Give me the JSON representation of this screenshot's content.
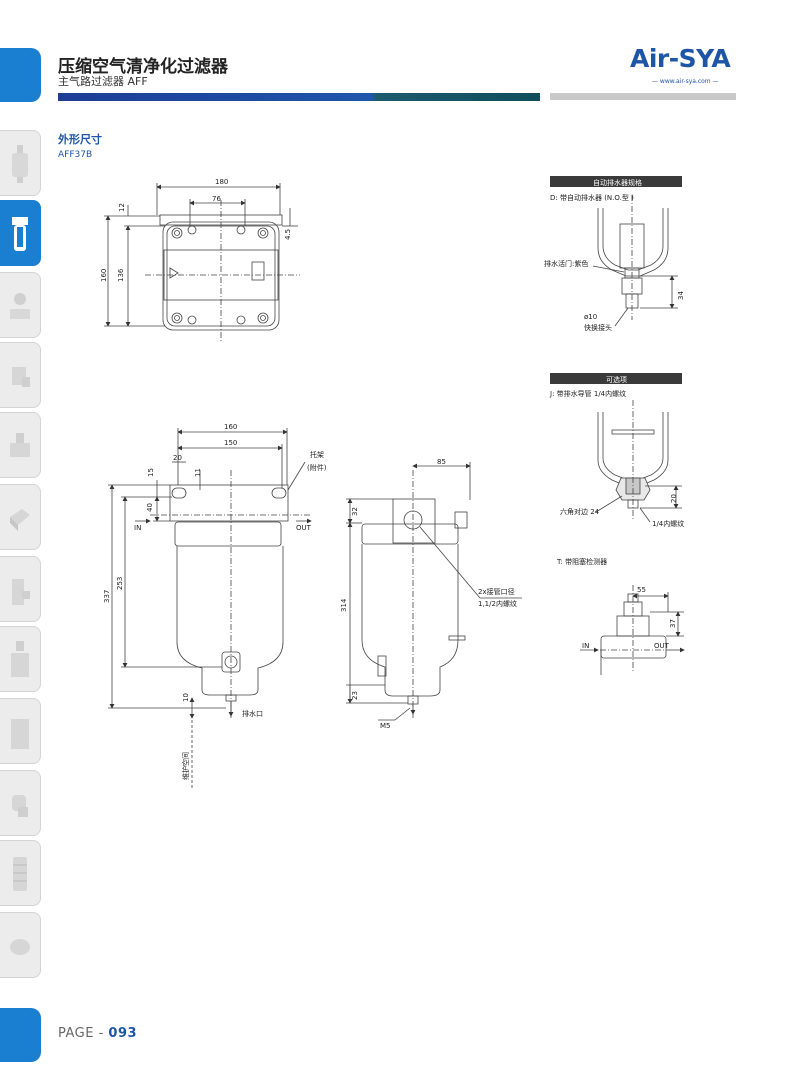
{
  "header": {
    "title": "压缩空气清净化过滤器",
    "subtitle": "主气路过滤器 AFF",
    "logo": "Air-SYA",
    "logo_url": "— www.air-sya.com —"
  },
  "section": {
    "title": "外形尺寸",
    "model": "AFF37B"
  },
  "top_view": {
    "dims": {
      "w180": "180",
      "w76": "76",
      "h12": "12",
      "h45": "4.5",
      "h160": "160",
      "h136": "136"
    }
  },
  "front_view": {
    "dims": {
      "w160": "160",
      "w150": "150",
      "w20": "20",
      "h15": "15",
      "h11": "11",
      "h40": "40",
      "h253": "253",
      "h337": "337",
      "h10": "10"
    },
    "bracket_label": "托架",
    "bracket_note": "(附件)",
    "in": "IN",
    "out": "OUT",
    "drain": "排水口",
    "maint": "维护空间"
  },
  "side_view": {
    "dims": {
      "w85": "85",
      "h32": "32",
      "h314": "314",
      "h23": "23"
    },
    "port_label": "2x接管口径",
    "port_thread": "1,1/2内螺纹",
    "m5": "M5"
  },
  "options": {
    "auto_drain_header": "自动排水器规格",
    "d_label": "D:  带自动排水器 (N.O.型 )",
    "valve_label": "排水活门:紫色",
    "d34": "34",
    "phi10": "ø10",
    "quick": "快换接头",
    "optional_header": "可选项",
    "j_label": "J:  带排水导管 1/4内螺纹",
    "hex": "六角对边 24",
    "d20": "20",
    "thread14": "1/4内螺纹",
    "t_label": "T:  带阻塞检测器",
    "d55": "55",
    "d37": "37",
    "in": "IN",
    "out": "OUT"
  },
  "footer": {
    "page_prefix": "PAGE - ",
    "page_number": "093"
  }
}
